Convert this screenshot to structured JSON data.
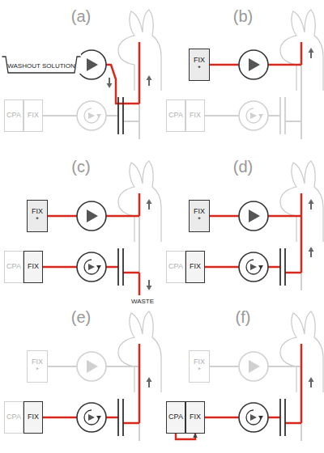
{
  "diagram": {
    "nodes": [
      {
        "text": [
          "WASHOUT SOLUTION"
        ]
      },
      {
        "text": [
          "CPA"
        ]
      },
      {
        "text": [
          "FIX"
        ]
      },
      {
        "text": [
          "FIX *"
        ]
      },
      {
        "text": [
          "CPA"
        ]
      },
      {
        "text": [
          "FIX"
        ]
      },
      {
        "text": [
          "FIX *"
        ]
      },
      {
        "text": [
          "CPA"
        ]
      },
      {
        "text": [
          "FIX"
        ]
      },
      {
        "text": [
          "FIX *"
        ]
      },
      {
        "text": [
          "CPA"
        ]
      },
      {
        "text": [
          "FIX"
        ]
      },
      {
        "text": [
          "FIX *"
        ]
      },
      {
        "text": [
          "CPA"
        ]
      },
      {
        "text": [
          "FIX"
        ]
      },
      {
        "text": [
          "FIX *"
        ]
      },
      {
        "text": [
          "CPA"
        ]
      },
      {
        "text": [
          "FIX"
        ]
      }
    ],
    "edges": [
      {
        "from": 16,
        "to": 17,
        "arrow": "to"
      }
    ],
    "labels": [
      "(a)",
      "(b)",
      "(c)",
      "(d)",
      "(e)",
      "(f)",
      "WASTE"
    ]
  }
}
